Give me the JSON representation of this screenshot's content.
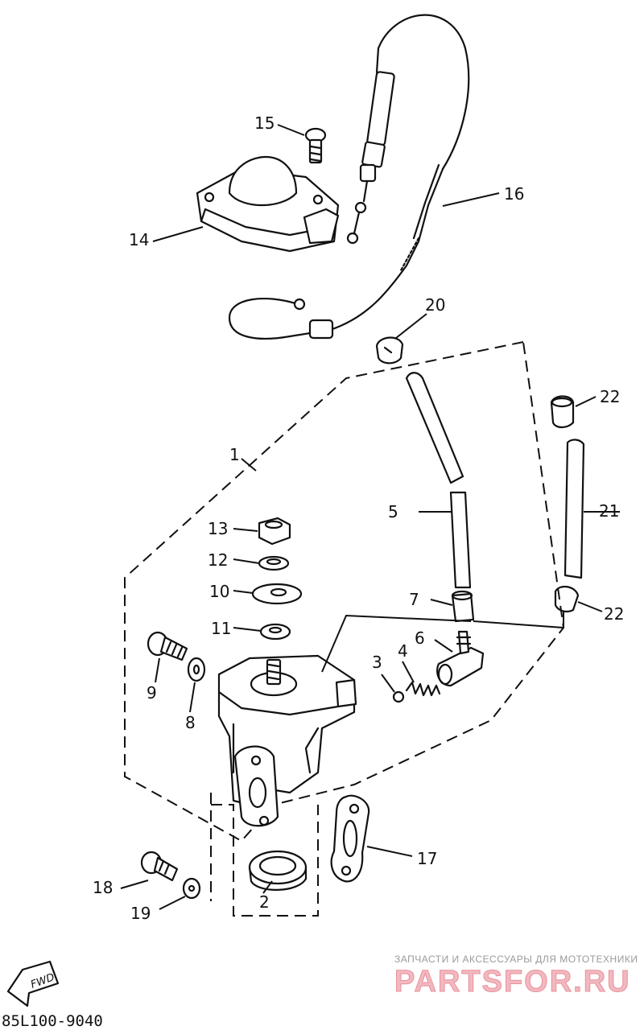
{
  "callouts": [
    {
      "id": "1",
      "label": "1"
    },
    {
      "id": "2",
      "label": "2"
    },
    {
      "id": "3",
      "label": "3"
    },
    {
      "id": "4",
      "label": "4"
    },
    {
      "id": "5",
      "label": "5"
    },
    {
      "id": "6",
      "label": "6"
    },
    {
      "id": "7",
      "label": "7"
    },
    {
      "id": "8",
      "label": "8"
    },
    {
      "id": "9",
      "label": "9"
    },
    {
      "id": "10",
      "label": "10"
    },
    {
      "id": "11",
      "label": "11"
    },
    {
      "id": "12",
      "label": "12"
    },
    {
      "id": "13",
      "label": "13"
    },
    {
      "id": "14",
      "label": "14"
    },
    {
      "id": "15",
      "label": "15"
    },
    {
      "id": "16",
      "label": "16"
    },
    {
      "id": "17",
      "label": "17"
    },
    {
      "id": "18",
      "label": "18"
    },
    {
      "id": "19",
      "label": "19"
    },
    {
      "id": "20",
      "label": "20"
    },
    {
      "id": "21",
      "label": "21"
    },
    {
      "id": "22a",
      "label": "22"
    },
    {
      "id": "22b",
      "label": "22"
    }
  ],
  "fwd_label": "FWD",
  "diagram_code": "85L100-9040",
  "watermark": {
    "tagline": "ЗАПЧАСТИ И АКСЕССУАРЫ ДЛЯ МОТОТЕХНИКИ",
    "brand": "PARTSFOR.RU"
  }
}
